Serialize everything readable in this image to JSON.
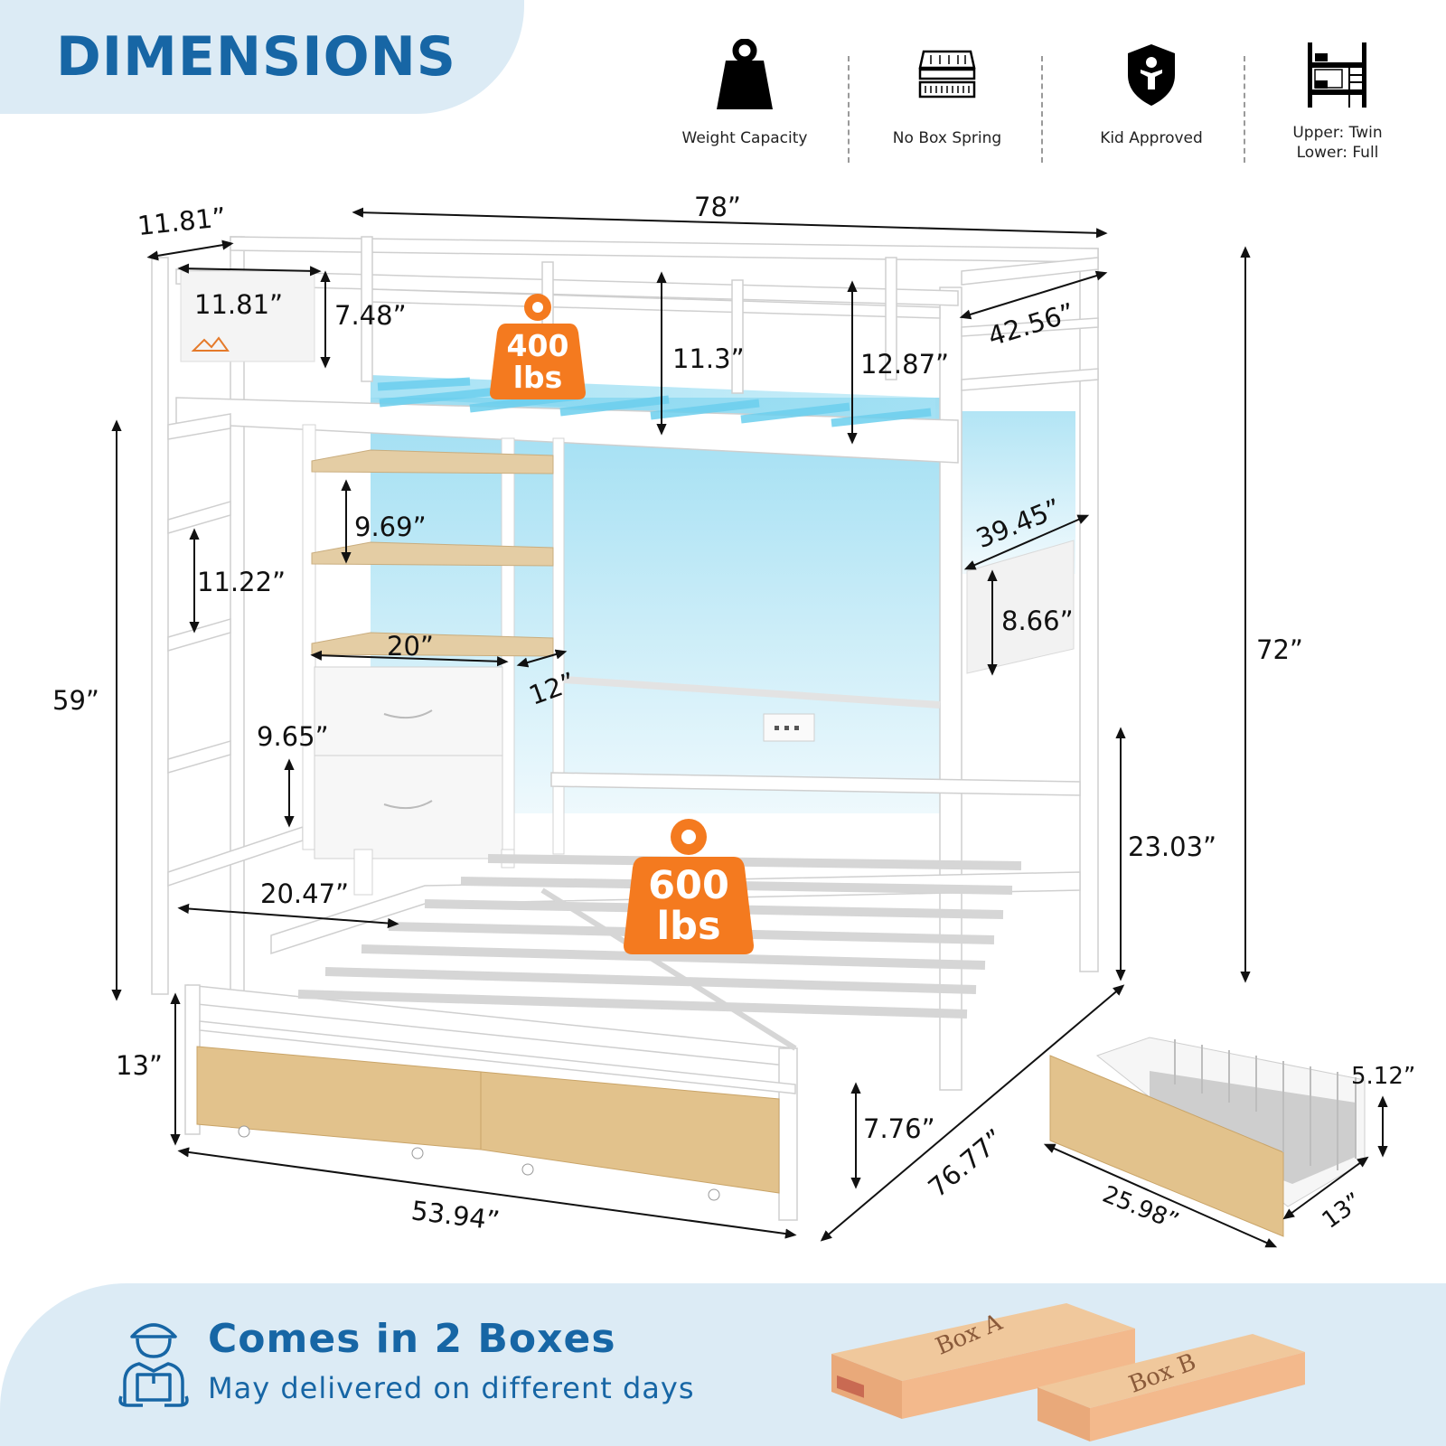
{
  "header": {
    "title": "DIMENSIONS"
  },
  "features": [
    {
      "icon": "weight-icon",
      "label": "Weight Capacity"
    },
    {
      "icon": "mattress-icon",
      "label": "No Box Spring"
    },
    {
      "icon": "kid-shield-icon",
      "label": "Kid Approved"
    },
    {
      "icon": "bunk-bed-icon",
      "label_line1": "Upper:  Twin",
      "label_line2": "Lower:  Full"
    }
  ],
  "badges": {
    "upper": {
      "value": "400",
      "unit": "lbs"
    },
    "lower": {
      "value": "600",
      "unit": "lbs"
    }
  },
  "dimensions": {
    "top_depth": "11.81”",
    "pocket_width": "11.81”",
    "pocket_height": "7.48”",
    "length": "78”",
    "width_upper": "42.56”",
    "rail_height_a": "11.3”",
    "rail_height_b": "12.87”",
    "total_height": "72”",
    "shelf_gap": "9.69”",
    "ladder_step": "11.22”",
    "side_panel_width": "39.45”",
    "side_panel_height": "8.66”",
    "shelf_width": "20”",
    "shelf_depth": "12”",
    "drawer_height": "9.65”",
    "lower_clearance": "59”",
    "lower_height": "23.03”",
    "ladder_to_bed": "20.47”",
    "footboard_height": "13”",
    "underbed_clearance": "7.76”",
    "lower_width": "53.94”",
    "lower_length": "76.77”",
    "drawer_length": "25.98”",
    "drawer_depth": "13”",
    "drawer_rail_height": "5.12”"
  },
  "shipping": {
    "title": "Comes in 2 Boxes",
    "subtitle": "May delivered on different days",
    "box_a": "Box A",
    "box_b": "Box B"
  },
  "colors": {
    "accent_blue": "#1766a5",
    "badge_orange": "#f47a1f",
    "banner_bg": "#dcebf5",
    "wood": "#e2c28c"
  }
}
